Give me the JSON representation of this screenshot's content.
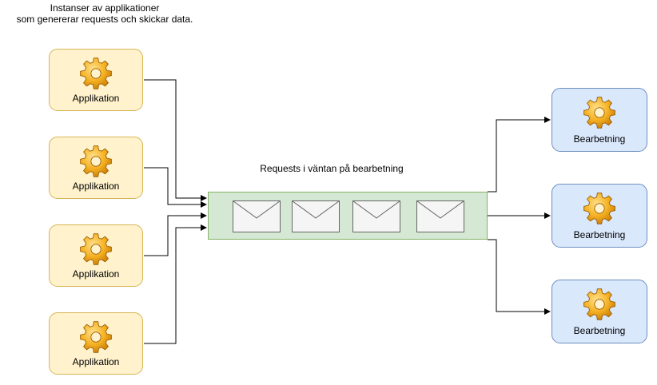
{
  "header": {
    "line1": "Instanser av applikationer",
    "line2": "som genererar requests och skickar data."
  },
  "applications": [
    {
      "label": "Applikation",
      "icon": "gear-icon"
    },
    {
      "label": "Applikation",
      "icon": "gear-icon"
    },
    {
      "label": "Applikation",
      "icon": "gear-icon"
    },
    {
      "label": "Applikation",
      "icon": "gear-icon"
    }
  ],
  "queue": {
    "label": "Requests i väntan på bearbetning",
    "messages": [
      "envelope-icon",
      "envelope-icon",
      "envelope-icon",
      "envelope-icon"
    ]
  },
  "processors": [
    {
      "label": "Bearbetning",
      "icon": "gear-icon"
    },
    {
      "label": "Bearbetning",
      "icon": "gear-icon"
    },
    {
      "label": "Bearbetning",
      "icon": "gear-icon"
    }
  ],
  "colors": {
    "app_fill": "#fff2cc",
    "app_stroke": "#d6b656",
    "queue_fill": "#d5e8d4",
    "queue_stroke": "#82b366",
    "proc_fill": "#dae8fc",
    "proc_stroke": "#6c8ebf",
    "gear": "#f0a30a"
  }
}
